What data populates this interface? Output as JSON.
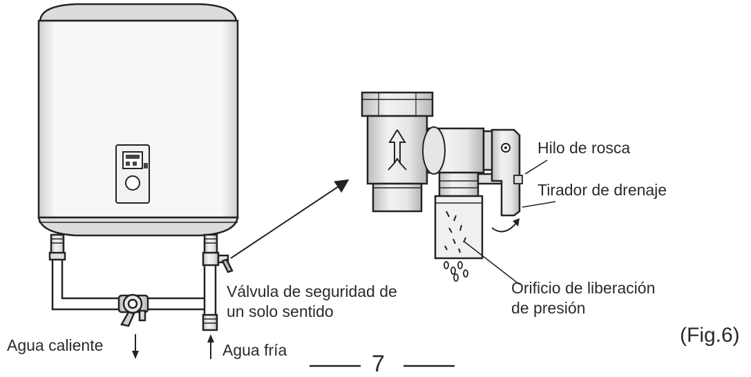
{
  "labels": {
    "hilo_de_rosca": "Hilo de rosca",
    "tirador_de_drenaje": "Tirador de drenaje",
    "orificio_line1": "Orificio de liberación",
    "orificio_line2": "de presión",
    "valvula_line1": "Válvula de seguridad de",
    "valvula_line2": "un solo sentido",
    "agua_caliente": "Agua caliente",
    "agua_fria": "Agua fría"
  },
  "figure_label": "(Fig.6)",
  "page_number": "7",
  "colors": {
    "line": "#222222",
    "tank_fill": "#f6f6f6",
    "shade": "#d4d4d4"
  }
}
